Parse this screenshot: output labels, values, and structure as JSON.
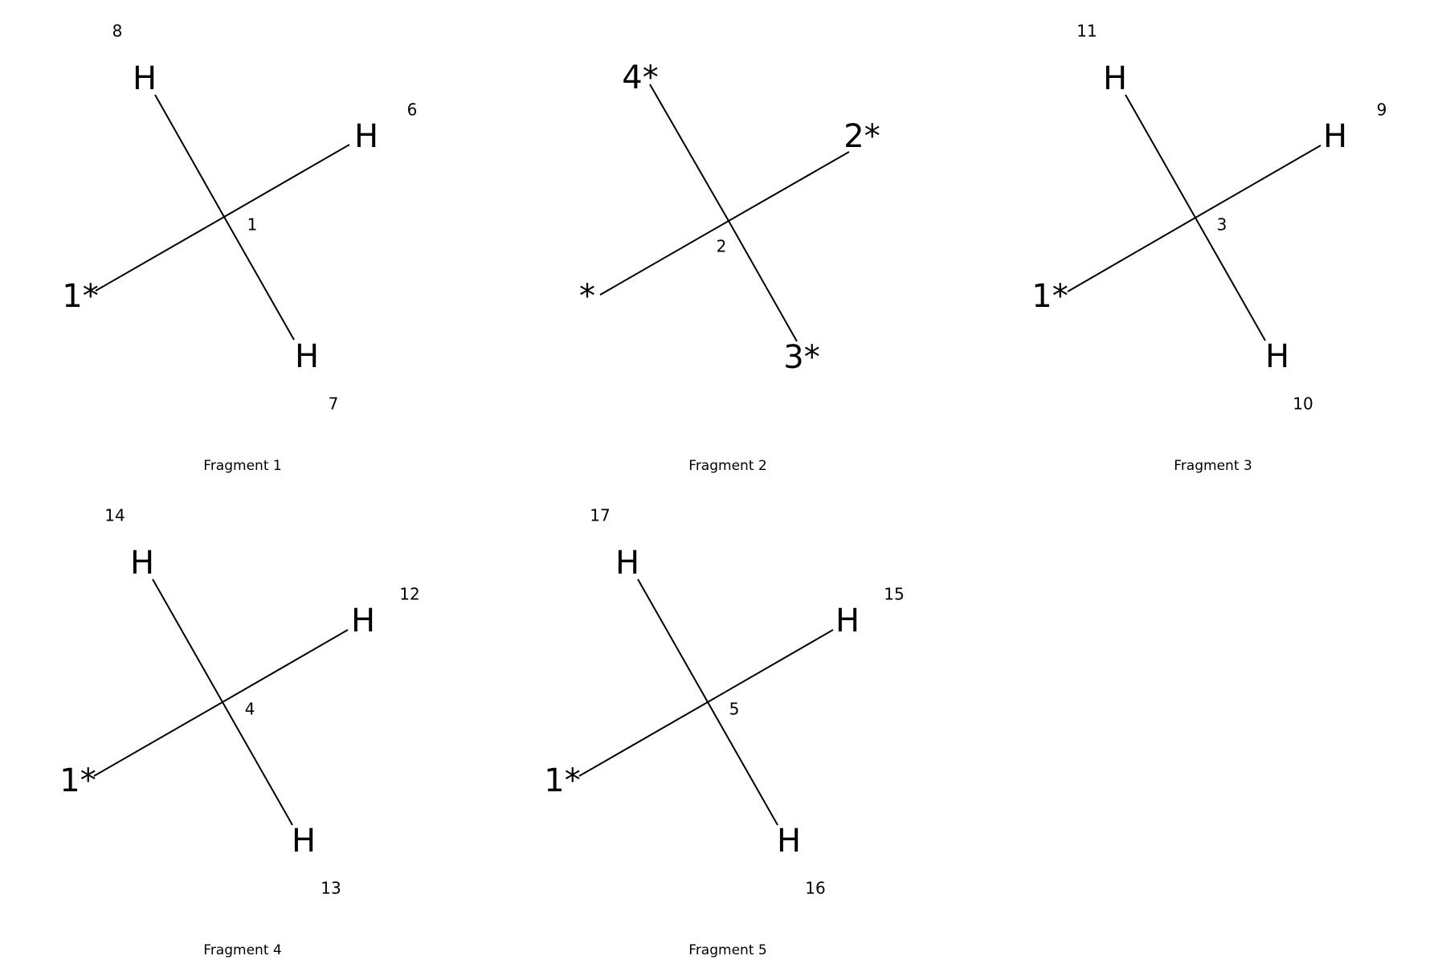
{
  "fragments": [
    {
      "caption": "Fragment 1",
      "center_index": "1",
      "atoms": [
        {
          "label": "H",
          "index": "8"
        },
        {
          "label": "H",
          "index": "6"
        },
        {
          "label": "1*",
          "index": ""
        },
        {
          "label": "H",
          "index": "7"
        }
      ]
    },
    {
      "caption": "Fragment 2",
      "center_index": "2",
      "atoms": [
        {
          "label": "4*",
          "index": ""
        },
        {
          "label": "2*",
          "index": ""
        },
        {
          "label": "*",
          "index": ""
        },
        {
          "label": "3*",
          "index": ""
        }
      ]
    },
    {
      "caption": "Fragment 3",
      "center_index": "3",
      "atoms": [
        {
          "label": "H",
          "index": "11"
        },
        {
          "label": "H",
          "index": "9"
        },
        {
          "label": "1*",
          "index": ""
        },
        {
          "label": "H",
          "index": "10"
        }
      ]
    },
    {
      "caption": "Fragment 4",
      "center_index": "4",
      "atoms": [
        {
          "label": "H",
          "index": "14"
        },
        {
          "label": "H",
          "index": "12"
        },
        {
          "label": "1*",
          "index": ""
        },
        {
          "label": "H",
          "index": "13"
        }
      ]
    },
    {
      "caption": "Fragment 5",
      "center_index": "5",
      "atoms": [
        {
          "label": "H",
          "index": "17"
        },
        {
          "label": "H",
          "index": "15"
        },
        {
          "label": "1*",
          "index": ""
        },
        {
          "label": "H",
          "index": "16"
        }
      ]
    }
  ]
}
